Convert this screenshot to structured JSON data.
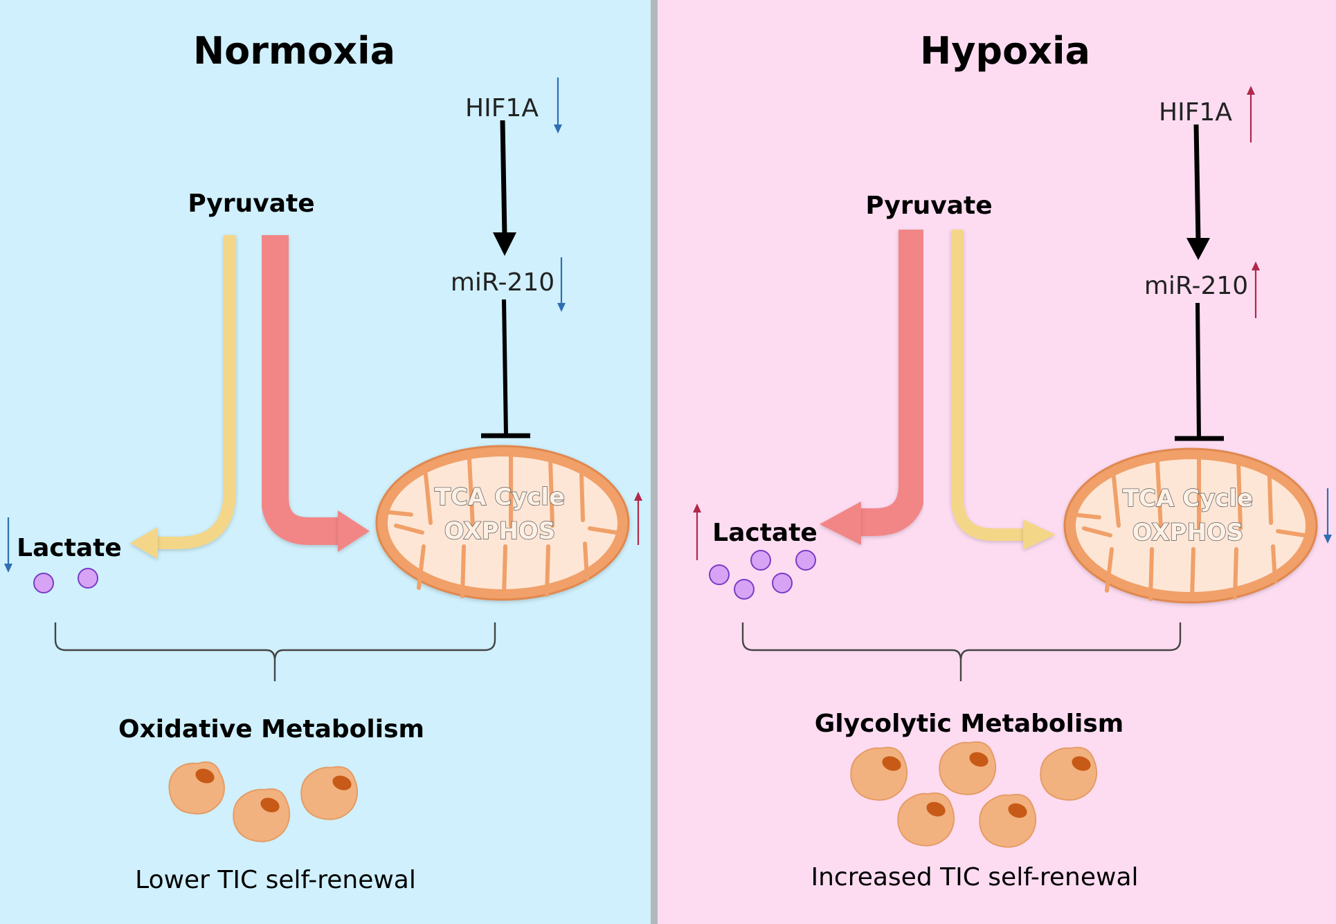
{
  "colors": {
    "normoxia_bg": "#cff0fc",
    "hypoxia_bg": "#fddcf2",
    "divider": "#b3b8bb",
    "glycolysis_arrow": "#f4d688",
    "oxphos_arrow": "#f28686",
    "mito_outer": "#f0a068",
    "mito_inner": "#fde6d6",
    "lactate_dot": "#d7a4f5",
    "cell": "#f2b27f",
    "nucleus": "#c75a16",
    "down_arrow": "#2f6eb3",
    "up_arrow": "#b0284a"
  },
  "panels": [
    {
      "id": "normoxia",
      "title": "Normoxia",
      "hif1a": {
        "label": "HIF1A",
        "direction": "down"
      },
      "mir210": {
        "label": "miR-210",
        "direction": "down"
      },
      "pyruvate": "Pyruvate",
      "lactate": {
        "label": "Lactate",
        "direction": "down",
        "dots": 2
      },
      "mitochondrion": {
        "line1": "TCA Cycle",
        "line2": "OXPHOS",
        "direction": "up"
      },
      "metabolism": "Oxidative Metabolism",
      "outcome": "Lower TIC self-renewal",
      "cells": 3
    },
    {
      "id": "hypoxia",
      "title": "Hypoxia",
      "hif1a": {
        "label": "HIF1A",
        "direction": "up"
      },
      "mir210": {
        "label": "miR-210",
        "direction": "up"
      },
      "pyruvate": "Pyruvate",
      "lactate": {
        "label": "Lactate",
        "direction": "up",
        "dots": 5
      },
      "mitochondrion": {
        "line1": "TCA Cycle",
        "line2": "OXPHOS",
        "direction": "down"
      },
      "metabolism": "Glycolytic Metabolism",
      "outcome": "Increased TIC self-renewal",
      "cells": 5
    }
  ]
}
